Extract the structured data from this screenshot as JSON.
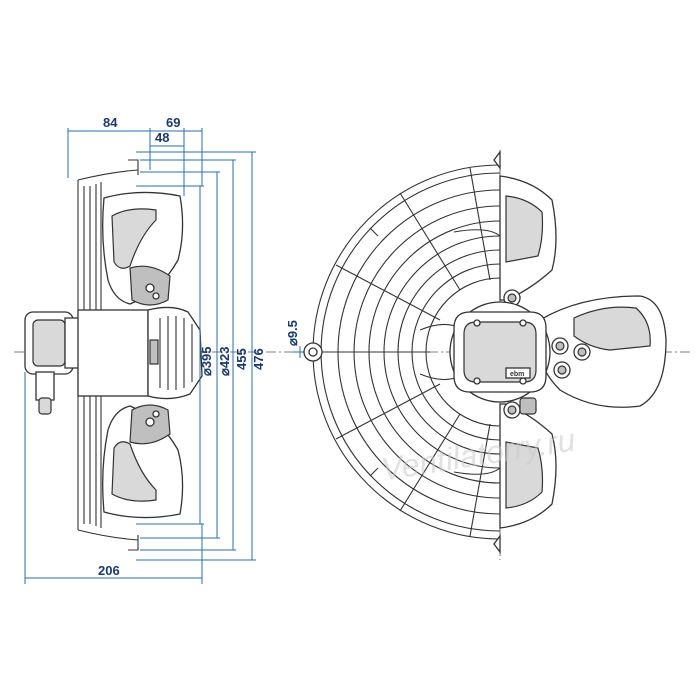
{
  "dimensions": {
    "d84": "84",
    "d69": "69",
    "d48": "48",
    "d206": "206",
    "dia395": "⌀395",
    "dia423": "⌀423",
    "dia455": "455",
    "dia476": "476",
    "dia9_5": "⌀9.5"
  },
  "watermark": "Ventilatorry.ru",
  "motor_label": "ebm",
  "colors": {
    "dimension_text": "#1a3a6b",
    "dimension_line": "#2a6fb0",
    "outline": "#333333"
  }
}
